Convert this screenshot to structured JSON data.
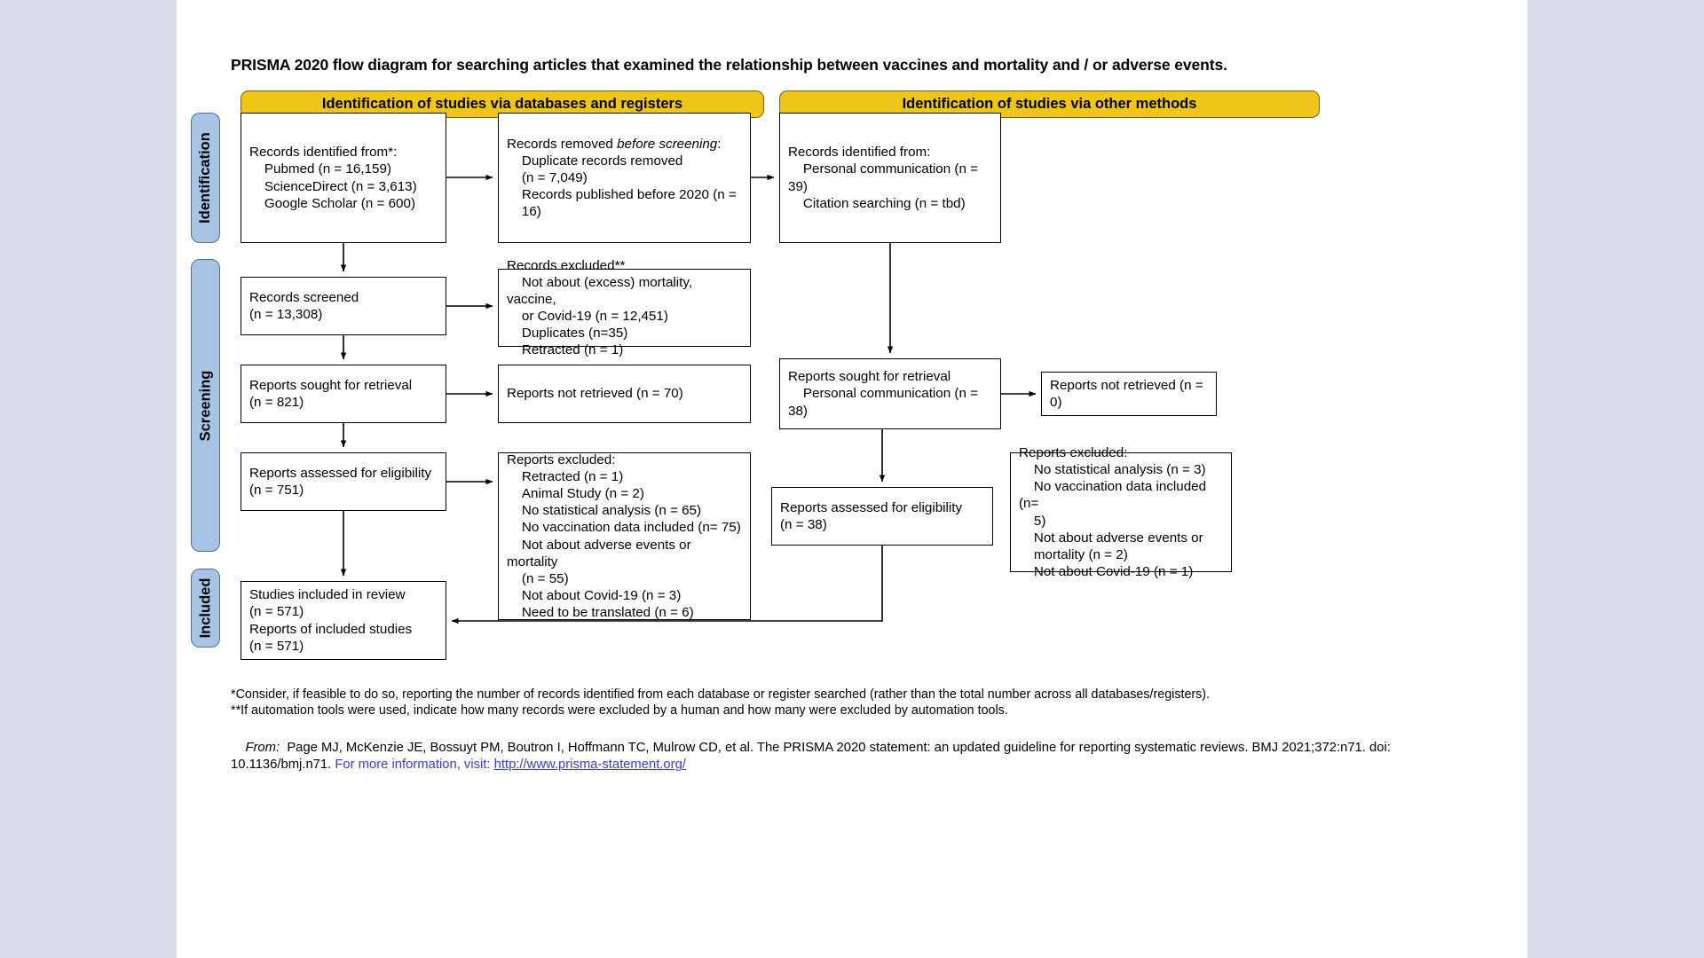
{
  "title": "PRISMA 2020 flow diagram for searching articles that examined the relationship between vaccines and mortality and / or adverse events.",
  "colors": {
    "banner_fill": "#efc519",
    "banner_border": "#7a6410",
    "stage_fill": "#a8c4e5",
    "stage_border": "#4a6f9c",
    "box_border": "#000000",
    "link": "#3b3bd6",
    "page_background": "#d9dceb"
  },
  "banners": {
    "databases": "Identification of studies via databases and registers",
    "other_methods": "Identification of studies via other methods"
  },
  "stages": {
    "identification": "Identification",
    "screening": "Screening",
    "included": "Included"
  },
  "boxes": {
    "identified_db": "Records identified from*:\n    Pubmed (n = 16,159)\n    ScienceDirect (n = 3,613)\n    Google Scholar (n = 600)",
    "removed_before_screening_prefix": "Records removed ",
    "removed_before_screening_italic": "before screening",
    "removed_before_screening_rest": ":\n    Duplicate records removed\n    (n = 7,049)\n    Records published before 2020 (n =\n    16)",
    "identified_other": "Records identified from:\n    Personal communication (n = 39)\n    Citation searching (n = tbd)",
    "records_screened": "Records screened\n(n = 13,308)",
    "records_excluded": "Records excluded**\n    Not about (excess) mortality, vaccine,\n    or Covid-19 (n = 12,451)\n    Duplicates (n=35)\n    Retracted (n = 1)",
    "reports_sought": "Reports sought for retrieval\n(n = 821)",
    "reports_not_retrieved": "Reports not retrieved (n = 70)",
    "reports_sought_other": "Reports sought for retrieval\n    Personal communication (n = 38)",
    "reports_not_retrieved_other": "Reports not retrieved (n = 0)",
    "reports_assessed": "Reports assessed for eligibility\n(n = 751)",
    "reports_excluded": "Reports excluded:\n    Retracted (n = 1)\n    Animal Study (n = 2)\n    No statistical analysis (n = 65)\n    No vaccination data included (n= 75)\n    Not about adverse events or mortality\n    (n = 55)\n    Not about Covid-19 (n = 3)\n    Need to be translated (n = 6)",
    "reports_assessed_other": "Reports assessed for eligibility\n(n = 38)",
    "reports_excluded_other": "Reports excluded:\n    No statistical analysis (n = 3)\n    No vaccination data included (n=\n    5)\n    Not about adverse events or\n    mortality (n = 2)\n    Not about Covid-19 (n = 1)",
    "studies_included": "Studies included in review\n(n = 571)\nReports of included studies\n(n = 571)"
  },
  "footnotes": {
    "star": "*Consider, if feasible to do so, reporting the number of records identified from each database or register searched (rather than the total number across all databases/registers).\n**If automation tools were used, indicate how many records were excluded by a human and how many were excluded by automation tools.",
    "from_label": "From:",
    "citation": "  Page MJ, McKenzie JE, Bossuyt PM, Boutron I, Hoffmann TC, Mulrow CD, et al. The PRISMA 2020 statement: an updated guideline for reporting systematic reviews. BMJ 2021;372:n71. doi: 10.1136/bmj.n71. ",
    "link_prefix": "For more information, visit: ",
    "link_url": "http://www.prisma-statement.org/"
  }
}
